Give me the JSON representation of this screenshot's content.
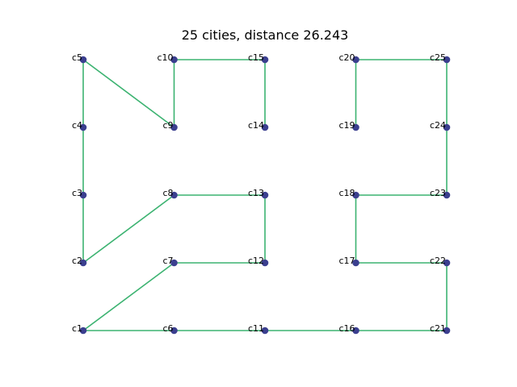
{
  "title": "25 cities, distance 26.243",
  "colors": {
    "route": "#3cb371",
    "city": "#3b3f8f"
  },
  "chart_data": {
    "type": "scatter",
    "title": "25 cities, distance 26.243",
    "xlim": [
      0,
      4
    ],
    "ylim": [
      0,
      4
    ],
    "cities": [
      {
        "name": "c1",
        "x": 0,
        "y": 0
      },
      {
        "name": "c2",
        "x": 0,
        "y": 1
      },
      {
        "name": "c3",
        "x": 0,
        "y": 2
      },
      {
        "name": "c4",
        "x": 0,
        "y": 3
      },
      {
        "name": "c5",
        "x": 0,
        "y": 4
      },
      {
        "name": "c6",
        "x": 1,
        "y": 0
      },
      {
        "name": "c7",
        "x": 1,
        "y": 1
      },
      {
        "name": "c8",
        "x": 1,
        "y": 2
      },
      {
        "name": "c9",
        "x": 1,
        "y": 3
      },
      {
        "name": "c10",
        "x": 1,
        "y": 4
      },
      {
        "name": "c11",
        "x": 2,
        "y": 0
      },
      {
        "name": "c12",
        "x": 2,
        "y": 1
      },
      {
        "name": "c13",
        "x": 2,
        "y": 2
      },
      {
        "name": "c14",
        "x": 2,
        "y": 3
      },
      {
        "name": "c15",
        "x": 2,
        "y": 4
      },
      {
        "name": "c16",
        "x": 3,
        "y": 0
      },
      {
        "name": "c17",
        "x": 3,
        "y": 1
      },
      {
        "name": "c18",
        "x": 3,
        "y": 2
      },
      {
        "name": "c19",
        "x": 3,
        "y": 3
      },
      {
        "name": "c20",
        "x": 3,
        "y": 4
      },
      {
        "name": "c21",
        "x": 4,
        "y": 0
      },
      {
        "name": "c22",
        "x": 4,
        "y": 1
      },
      {
        "name": "c23",
        "x": 4,
        "y": 2
      },
      {
        "name": "c24",
        "x": 4,
        "y": 3
      },
      {
        "name": "c25",
        "x": 4,
        "y": 4
      }
    ],
    "route_segments": [
      [
        "c1",
        "c6"
      ],
      [
        "c6",
        "c11"
      ],
      [
        "c11",
        "c16"
      ],
      [
        "c16",
        "c21"
      ],
      [
        "c21",
        "c22"
      ],
      [
        "c22",
        "c17"
      ],
      [
        "c17",
        "c18"
      ],
      [
        "c18",
        "c23"
      ],
      [
        "c23",
        "c24"
      ],
      [
        "c24",
        "c25"
      ],
      [
        "c25",
        "c20"
      ],
      [
        "c20",
        "c19"
      ],
      [
        "c14",
        "c15"
      ],
      [
        "c15",
        "c10"
      ],
      [
        "c10",
        "c9"
      ],
      [
        "c9",
        "c5"
      ],
      [
        "c5",
        "c4"
      ],
      [
        "c4",
        "c3"
      ],
      [
        "c3",
        "c2"
      ],
      [
        "c2",
        "c8"
      ],
      [
        "c8",
        "c13"
      ],
      [
        "c13",
        "c12"
      ],
      [
        "c12",
        "c7"
      ],
      [
        "c7",
        "c1"
      ]
    ],
    "grid": false,
    "axes_visible": false
  }
}
